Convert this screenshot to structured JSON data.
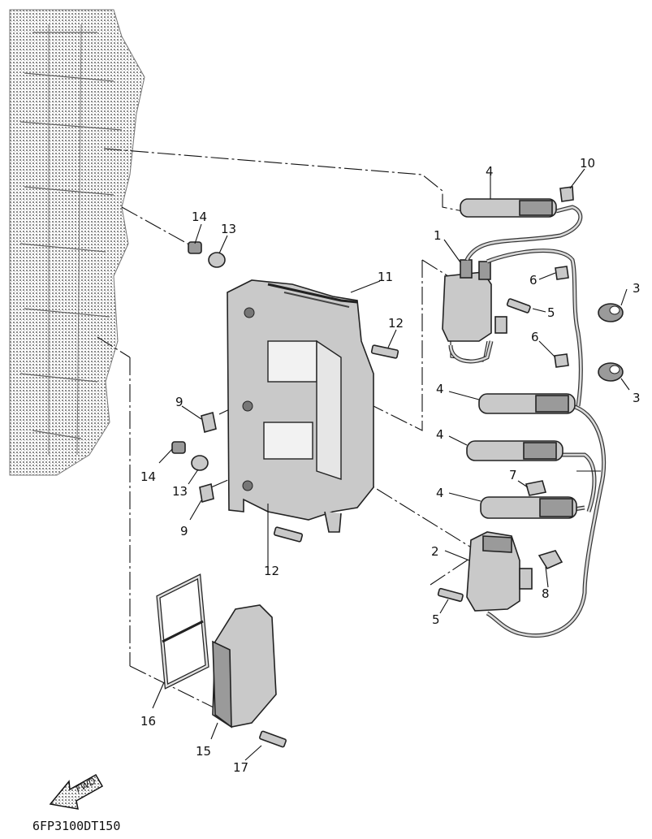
{
  "diagram": {
    "code": "6FP3100DT150",
    "arrow_text": "FWD",
    "callouts": {
      "c1": "1",
      "c2": "2",
      "c3a": "3",
      "c3b": "3",
      "c4a": "4",
      "c4b": "4",
      "c4c": "4",
      "c4d": "4",
      "c5a": "5",
      "c5b": "5",
      "c6a": "6",
      "c6b": "6",
      "c7": "7",
      "c8": "8",
      "c9a": "9",
      "c9b": "9",
      "c10": "10",
      "c11": "11",
      "c12a": "12",
      "c12b": "12",
      "c13a": "13",
      "c13b": "13",
      "c14a": "14",
      "c14b": "14",
      "c15": "15",
      "c16": "16",
      "c17": "17"
    }
  }
}
